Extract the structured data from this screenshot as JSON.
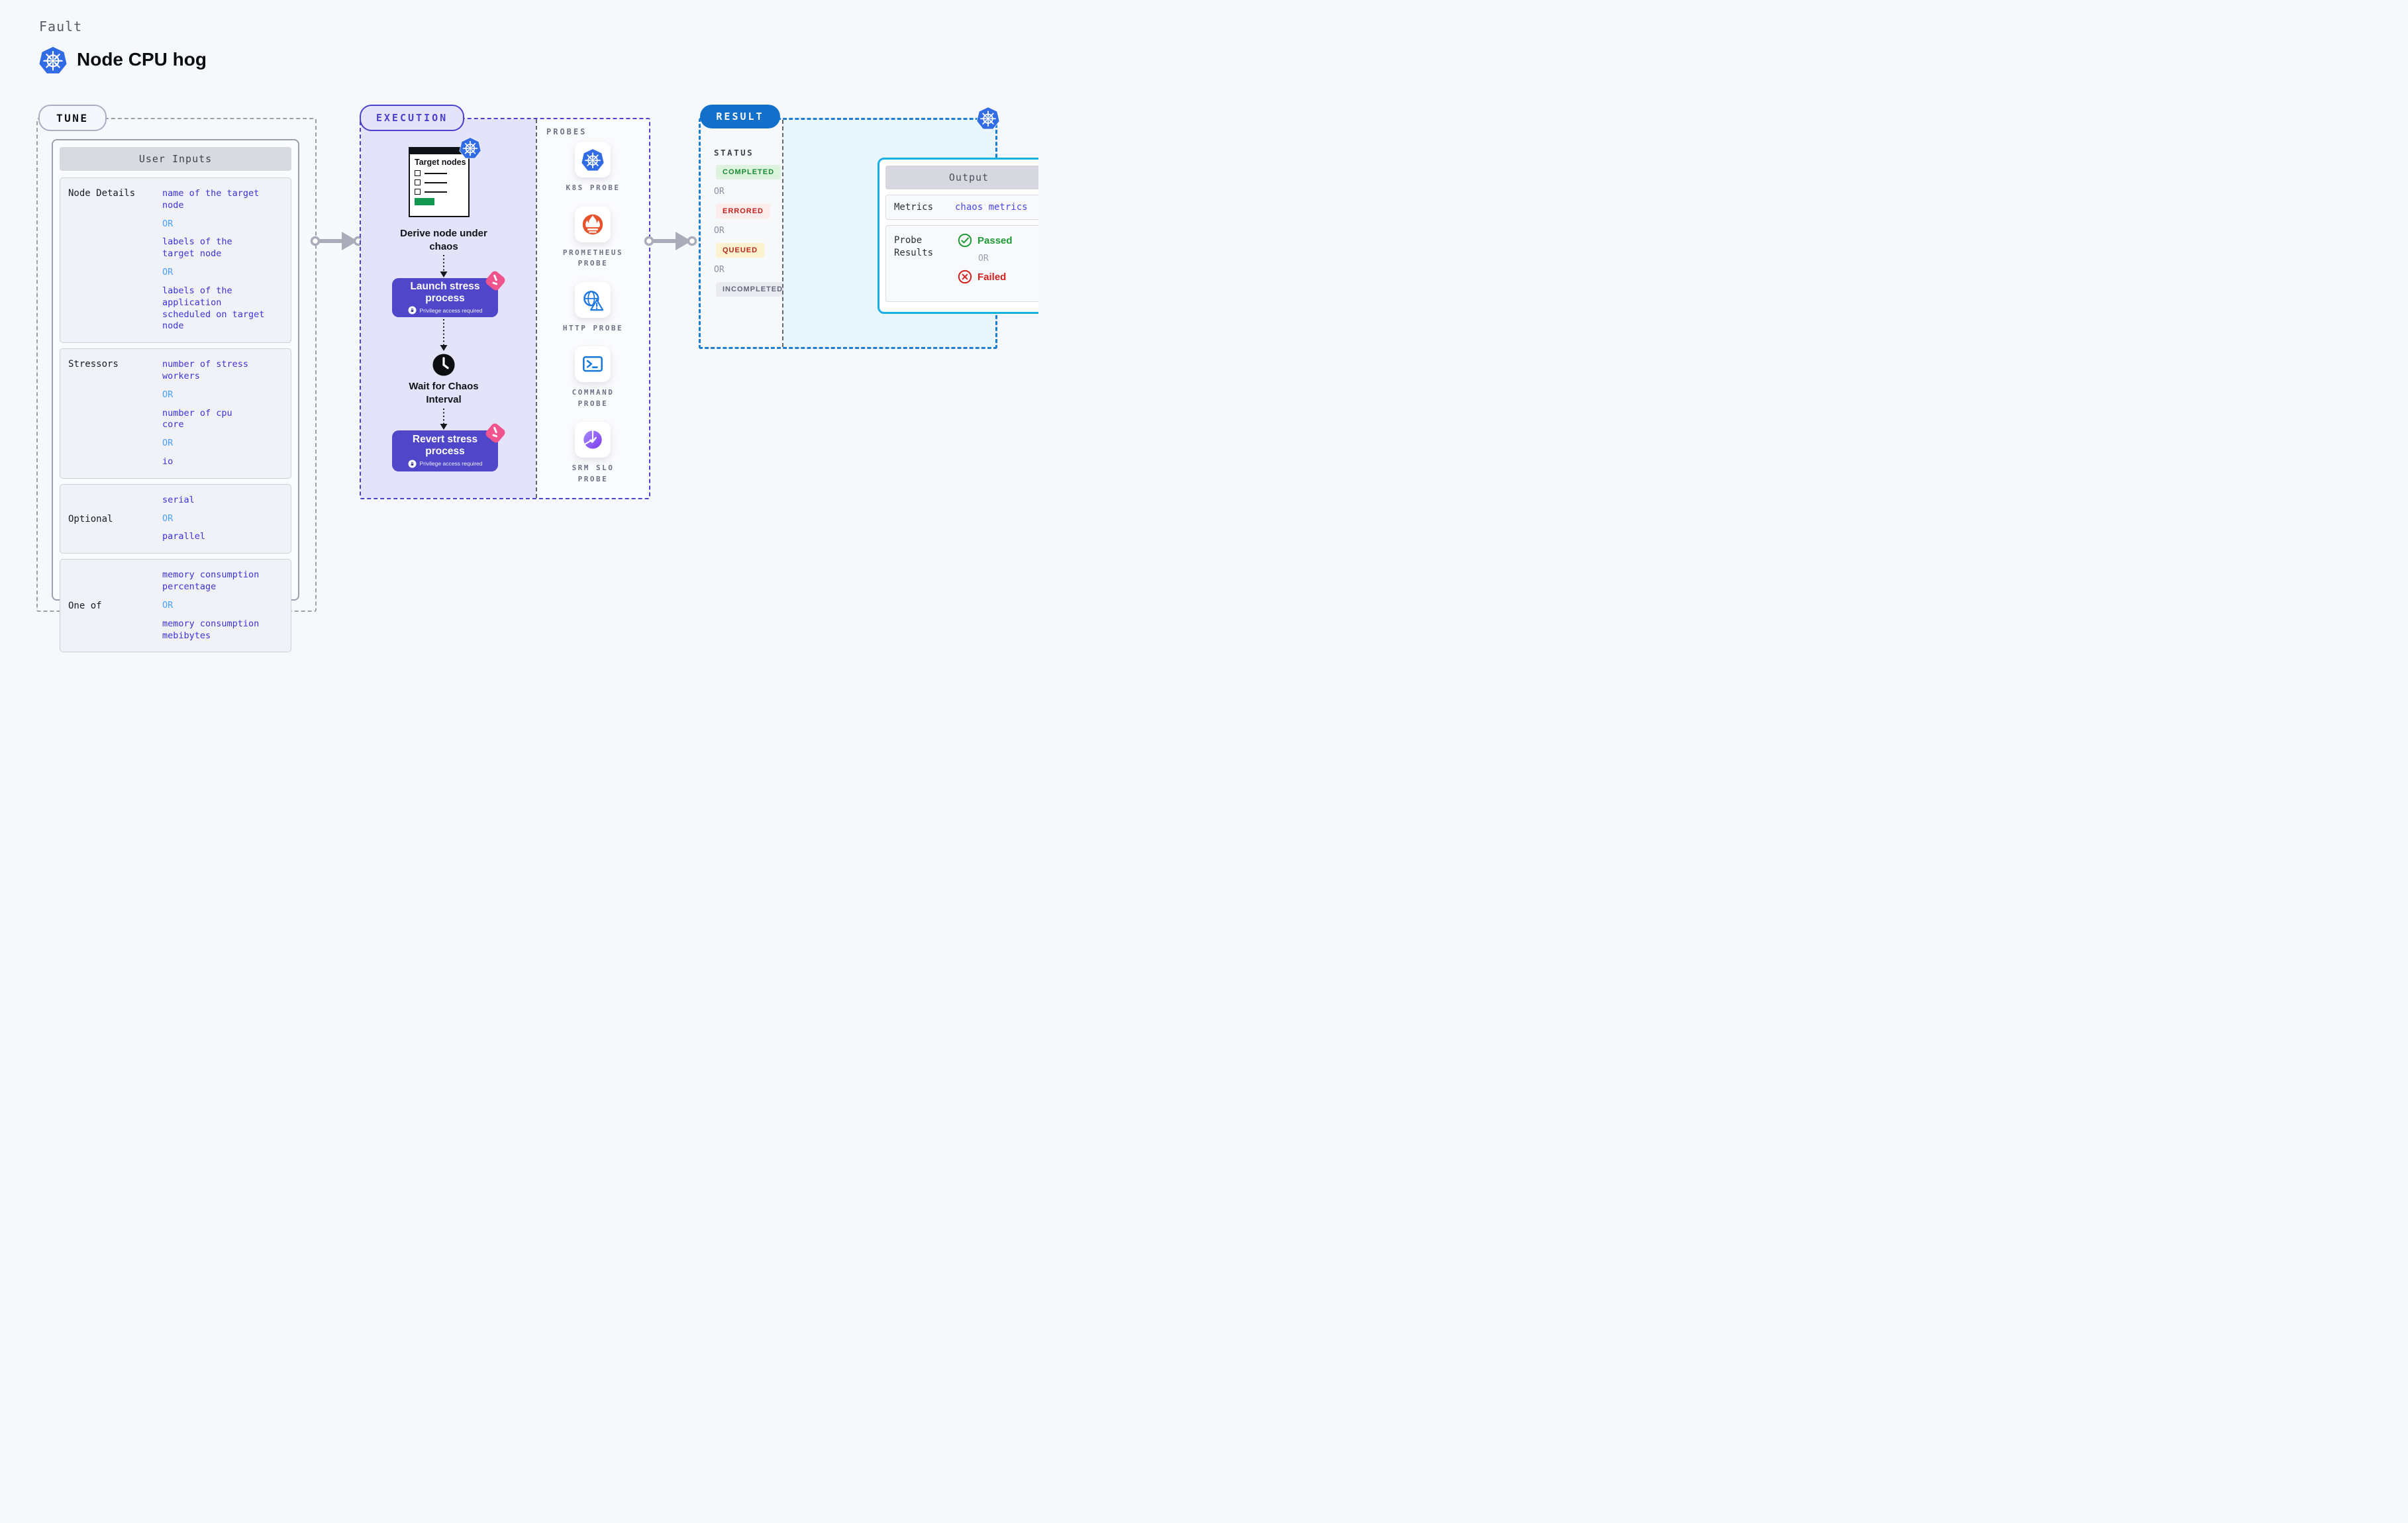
{
  "labels": {
    "or": "OR"
  },
  "header": {
    "eyebrow": "Fault",
    "title": "Node CPU hog"
  },
  "tune": {
    "badge": "TUNE",
    "panel_title": "User Inputs",
    "rows": [
      {
        "label": "Node Details",
        "values": [
          "name of the target\nnode",
          "labels of the\ntarget node",
          "labels of the application\n scheduled on target node"
        ]
      },
      {
        "label": "Stressors",
        "values": [
          "number of stress\nworkers",
          "number of cpu\ncore",
          "io"
        ]
      },
      {
        "label": "Optional",
        "values": [
          "serial",
          "parallel"
        ]
      },
      {
        "label": "One of",
        "values": [
          "memory consumption\npercentage",
          "memory consumption\nmebibytes"
        ]
      }
    ]
  },
  "execution": {
    "badge": "EXECUTION",
    "target_card": {
      "title": "Target nodes"
    },
    "steps": {
      "derive": "Derive node under chaos",
      "launch": "Launch stress process",
      "wait": "Wait for Chaos Interval",
      "revert": "Revert stress process",
      "privilege_note": "Privilege access required"
    }
  },
  "probes": {
    "title": "PROBES",
    "items": [
      {
        "label": "K8S PROBE",
        "icon": "kubernetes-icon"
      },
      {
        "label": "PROMETHEUS\nPROBE",
        "icon": "prometheus-icon"
      },
      {
        "label": "HTTP PROBE",
        "icon": "http-globe-warning-icon"
      },
      {
        "label": "COMMAND\nPROBE",
        "icon": "terminal-icon"
      },
      {
        "label": "SRM SLO\nPROBE",
        "icon": "slo-gauge-icon"
      }
    ]
  },
  "result": {
    "badge": "RESULT",
    "status_title": "STATUS",
    "statuses": [
      {
        "label": "COMPLETED",
        "color": "#188a33",
        "bg": "#def3de"
      },
      {
        "label": "ERRORED",
        "color": "#c1211c",
        "bg": "#fcecec"
      },
      {
        "label": "QUEUED",
        "color": "#b4261b",
        "bg": "#fdf2cf"
      },
      {
        "label": "INCOMPLETED",
        "color": "#61677a",
        "bg": "#eaebf1"
      }
    ],
    "output": {
      "title": "Output",
      "metrics_label": "Metrics",
      "metrics_value": "chaos metrics",
      "probe_results_label": "Probe Results",
      "passed": "Passed",
      "failed": "Failed"
    }
  },
  "colors": {
    "page_bg": "#f7f8fb",
    "tune_dash": "#9aa0aa",
    "execution_accent": "#4a44cd",
    "execution_fill": "#e4e3fa",
    "process_button": "#4f46c9",
    "chaos_pink": "#f0548c",
    "result_dash": "#1b7fd6",
    "result_badge_bg": "#1270cb",
    "output_border": "#17b0e1",
    "value_blue": "#3b32d9",
    "or_blue": "#4aa0f8",
    "kubernetes_blue": "#326ce5",
    "prometheus_orange": "#e6522c",
    "passed_green": "#1f9a34",
    "failed_red": "#d6221c"
  }
}
